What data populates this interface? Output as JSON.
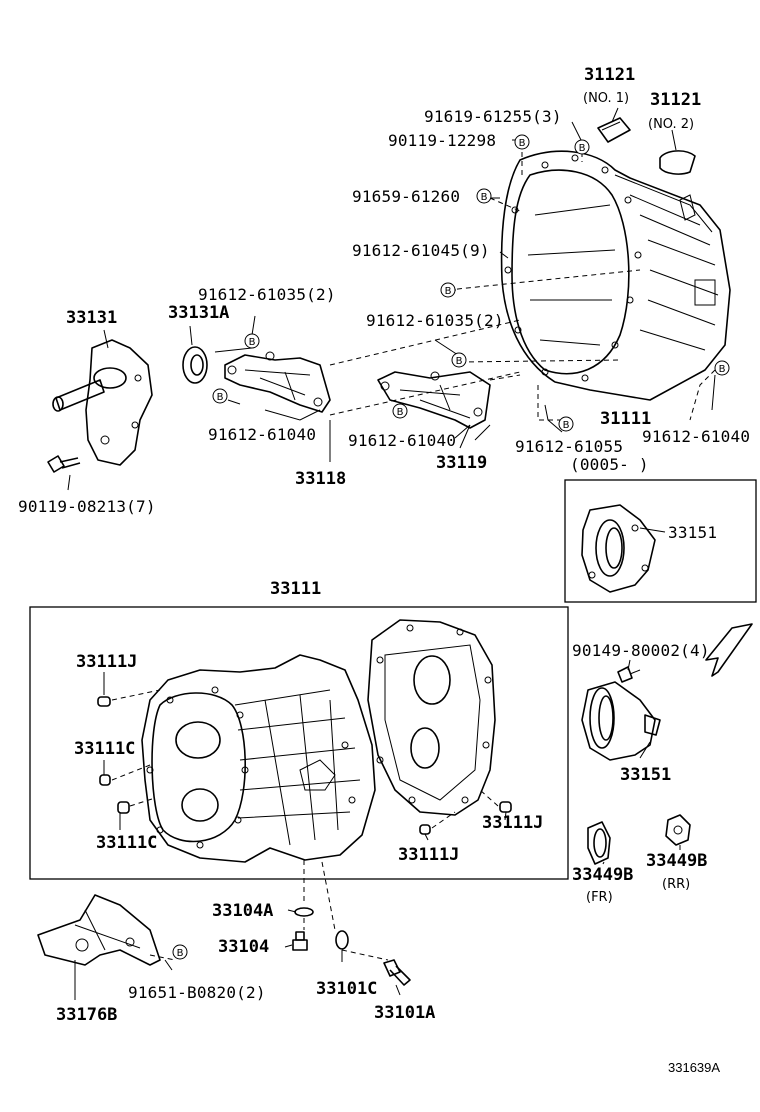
{
  "labels": {
    "l31121_a": "31121",
    "no1": "(NO. 1)",
    "l31121_b": "31121",
    "no2": "(NO. 2)",
    "p91619": "91619-61255(3)",
    "p90119_12298": "90119-12298",
    "p91659": "91659-61260",
    "p91612_61045": "91612-61045(9)",
    "p91612_61035_a": "91612-61035(2)",
    "p91612_61035_b": "91612-61035(2)",
    "l33131": "33131",
    "l33131A": "33131A",
    "p91612_61040_a": "91612-61040",
    "p91612_61040_b": "91612-61040",
    "p91612_61040_c": "91612-61040",
    "p91612_61055": "91612-61055",
    "l31111": "31111",
    "l33118": "33118",
    "l33119": "33119",
    "p0005": "(0005-        )",
    "p90119_08213": "90119-08213(7)",
    "l33151_box": "33151",
    "l33111": "33111",
    "l33111J_a": "33111J",
    "l33111C_a": "33111C",
    "l33111C_b": "33111C",
    "l33111J_b": "33111J",
    "l33111J_c": "33111J",
    "p90149": "90149-80002(4)",
    "l33151": "33151",
    "l33449B_fr": "33449B",
    "fr": "(FR)",
    "l33449B_rr": "33449B",
    "rr": "(RR)",
    "l33104A": "33104A",
    "l33104": "33104",
    "p91651": "91651-B0820(2)",
    "l33101C": "33101C",
    "l33101A": "33101A",
    "l33176B": "33176B",
    "ref_code": "331639A",
    "b_mark": "B"
  }
}
